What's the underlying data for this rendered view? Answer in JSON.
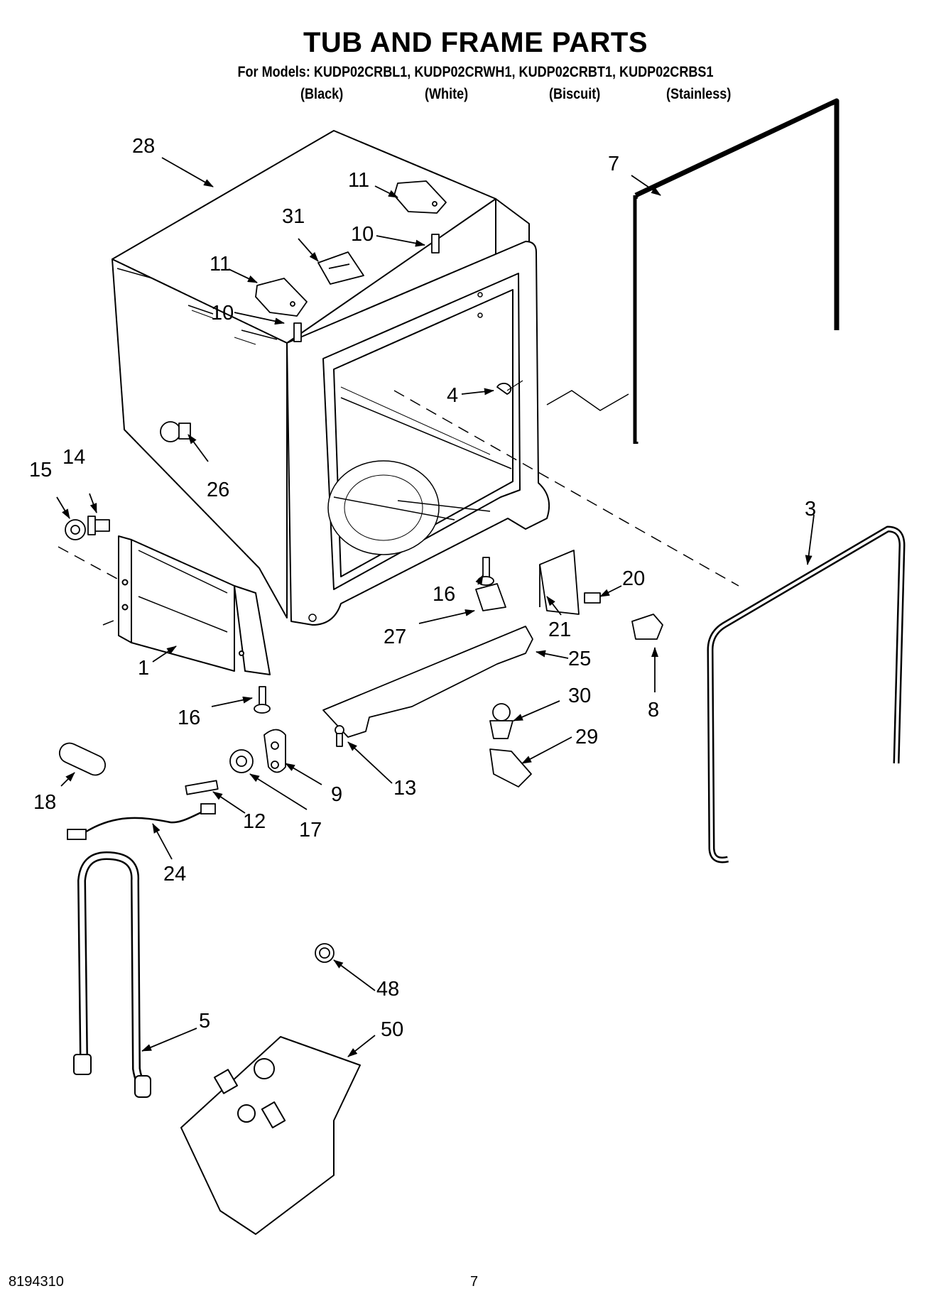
{
  "header": {
    "title": "TUB AND FRAME PARTS",
    "models_line": "For Models: KUDP02CRBL1, KUDP02CRWH1, KUDP02CRBT1, KUDP02CRBS1",
    "variants": [
      "(Black)",
      "(White)",
      "(Biscuit)",
      "(Stainless)"
    ]
  },
  "callouts": [
    "28",
    "11",
    "31",
    "10",
    "11",
    "10",
    "7",
    "4",
    "26",
    "15",
    "14",
    "3",
    "20",
    "16",
    "21",
    "27",
    "25",
    "1",
    "8",
    "30",
    "16",
    "29",
    "13",
    "9",
    "17",
    "12",
    "18",
    "24",
    "48",
    "5",
    "50"
  ],
  "footer": {
    "doc_number": "8194310",
    "page_number": "7"
  }
}
